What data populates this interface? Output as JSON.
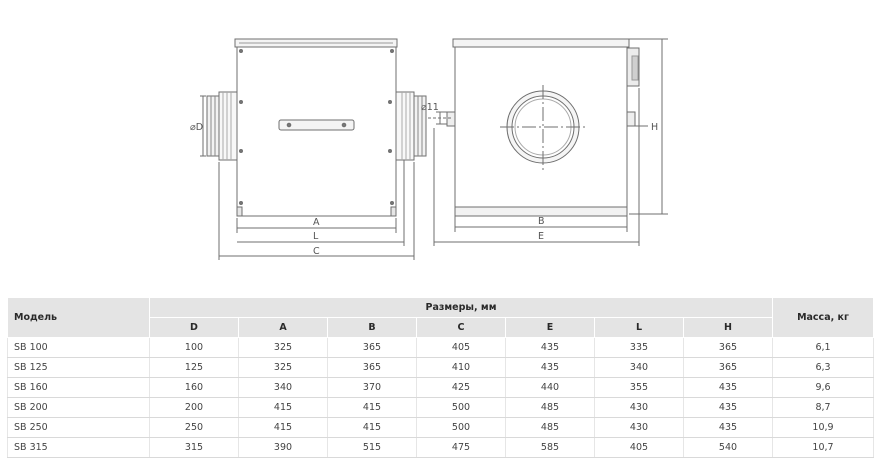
{
  "drawing": {
    "labels": {
      "d": "⌀D",
      "a": "A",
      "l": "L",
      "c": "C",
      "b": "B",
      "e": "E",
      "h": "H",
      "hole": "⌀11"
    }
  },
  "table": {
    "model_header": "Модель",
    "dims_header": "Размеры, мм",
    "mass_header": "Масса, кг",
    "dim_columns": [
      "D",
      "A",
      "B",
      "C",
      "E",
      "L",
      "H"
    ],
    "rows": [
      {
        "model": "SB 100",
        "values": [
          "100",
          "325",
          "365",
          "405",
          "435",
          "335",
          "365"
        ],
        "mass": "6,1"
      },
      {
        "model": "SB 125",
        "values": [
          "125",
          "325",
          "365",
          "410",
          "435",
          "340",
          "365"
        ],
        "mass": "6,3"
      },
      {
        "model": "SB 160",
        "values": [
          "160",
          "340",
          "370",
          "425",
          "440",
          "355",
          "435"
        ],
        "mass": "9,6"
      },
      {
        "model": "SB 200",
        "values": [
          "200",
          "415",
          "415",
          "500",
          "485",
          "430",
          "435"
        ],
        "mass": "8,7"
      },
      {
        "model": "SB 250",
        "values": [
          "250",
          "415",
          "415",
          "500",
          "485",
          "430",
          "435"
        ],
        "mass": "10,9"
      },
      {
        "model": "SB 315",
        "values": [
          "315",
          "390",
          "515",
          "475",
          "585",
          "405",
          "540"
        ],
        "mass": "10,7"
      }
    ]
  }
}
